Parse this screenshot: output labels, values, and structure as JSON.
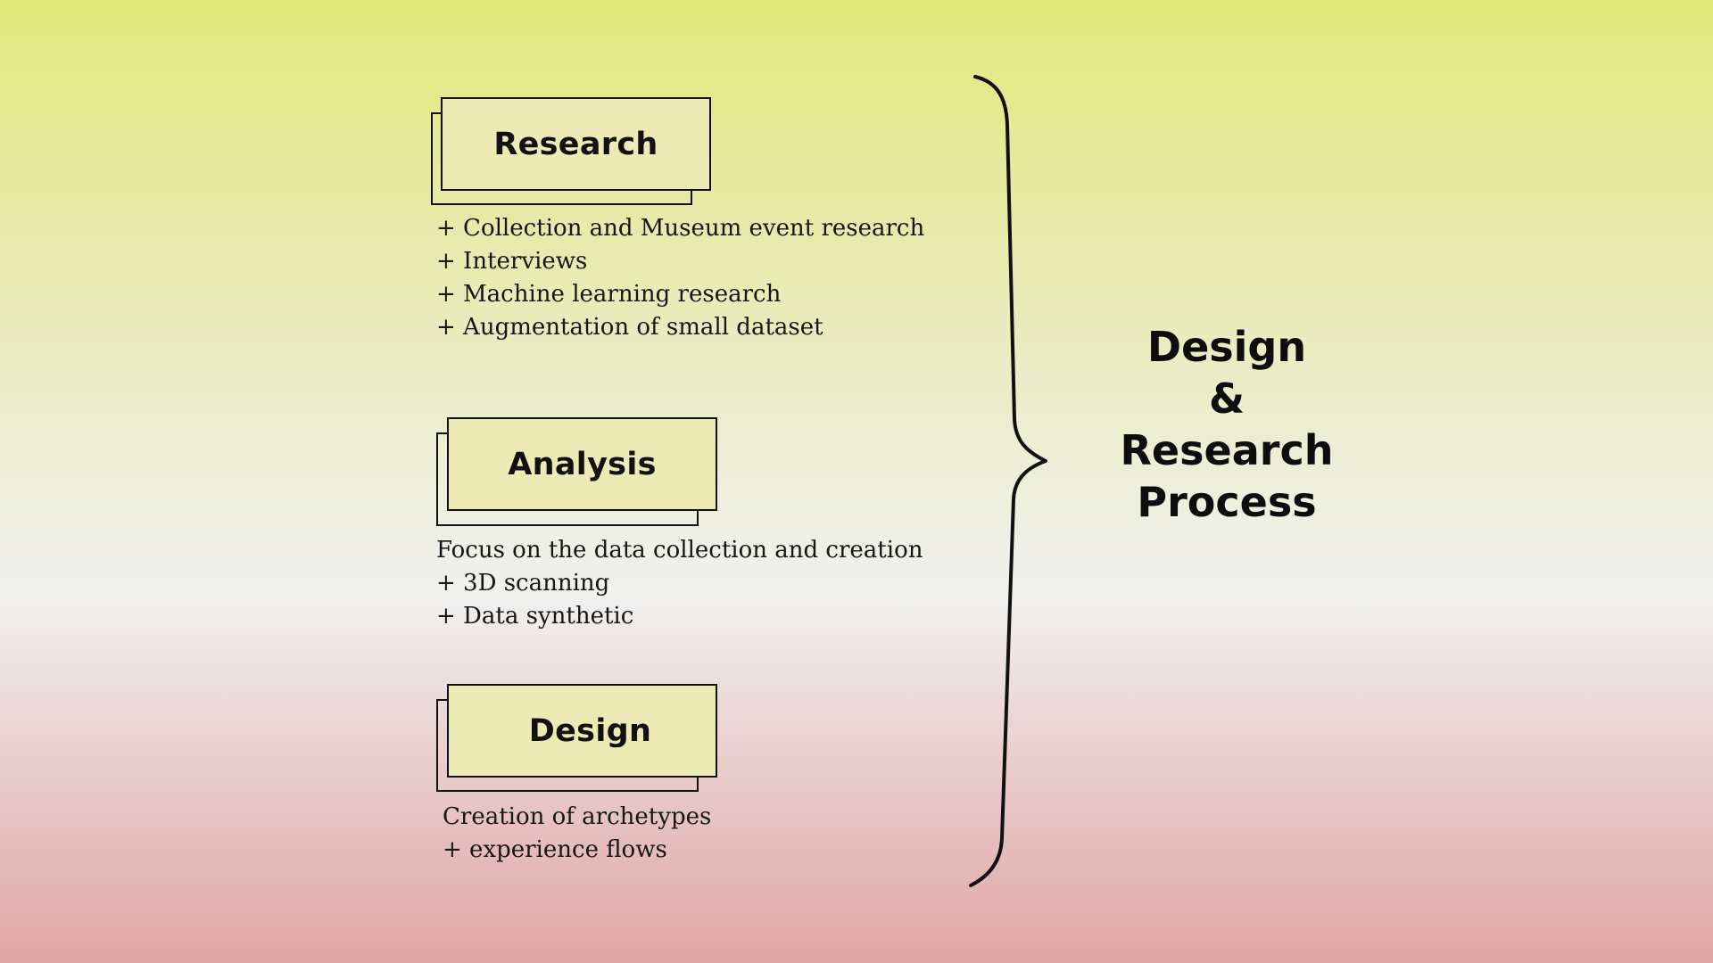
{
  "stages": [
    {
      "title": "Research",
      "items": [
        "+ Collection and Museum event research",
        "+ Interviews",
        "+ Machine learning research",
        "+ Augmentation of small dataset"
      ]
    },
    {
      "title": "Analysis",
      "items": [
        "Focus on the data collection and creation",
        "+ 3D scanning",
        "+ Data synthetic"
      ]
    },
    {
      "title": "Design",
      "items": [
        "Creation of archetypes",
        "+ experience flows"
      ]
    }
  ],
  "headline": {
    "lines": [
      "Design",
      "&",
      "Research",
      "Process"
    ]
  },
  "colors": {
    "ink": "#111111",
    "gradient_top": "#e2e87a",
    "gradient_mid": "#f1f1ef",
    "gradient_bottom": "#e1a6a6"
  }
}
